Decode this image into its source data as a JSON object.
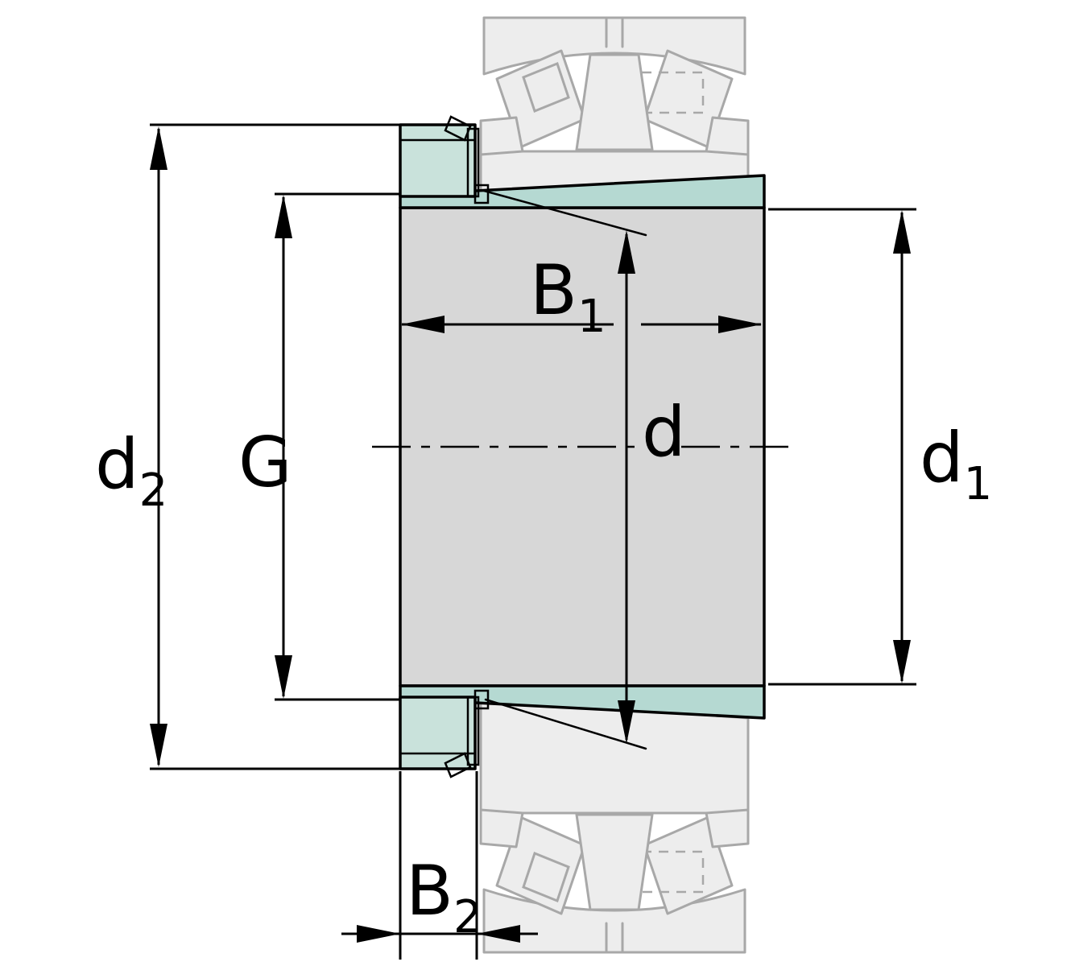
{
  "diagram": {
    "dimension_labels": {
      "d2": {
        "base": "d",
        "sub": "2"
      },
      "G": {
        "base": "G"
      },
      "B1": {
        "base": "B",
        "sub": "1"
      },
      "d": {
        "base": "d"
      },
      "d1": {
        "base": "d",
        "sub": "1"
      },
      "B2": {
        "base": "B",
        "sub": "2"
      }
    },
    "colors": {
      "line": "#000000",
      "sleeve": "#d7d7d7",
      "taper": "#b5d9d2",
      "nut": "#c9e2db",
      "washer": "#ecf4f1",
      "ghost_fill": "#ededed",
      "ghost_line": "#a8a8a8",
      "background": "#ffffff"
    }
  }
}
